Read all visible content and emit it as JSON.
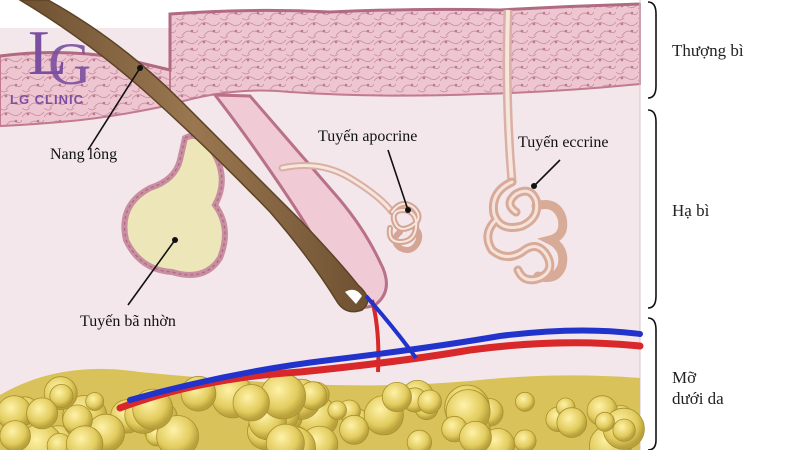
{
  "logo": {
    "text": "LG CLINIC",
    "color": "#7b4fa0"
  },
  "layers": [
    {
      "id": "epidermis",
      "label": "Thượng bì"
    },
    {
      "id": "dermis",
      "label": "Hạ bì"
    },
    {
      "id": "hypodermis",
      "label": "Mỡ\ndưới da"
    }
  ],
  "callouts": [
    {
      "id": "hair-follicle",
      "label": "Nang lông"
    },
    {
      "id": "apocrine-gland",
      "label": "Tuyến apocrine"
    },
    {
      "id": "eccrine-gland",
      "label": "Tuyến eccrine"
    },
    {
      "id": "sebaceous-gland",
      "label": "Tuyến bã nhờn"
    }
  ],
  "colors": {
    "epidermis": "#e9b9c6",
    "dermis": "#f6e6ec",
    "fat": "#e6d36a",
    "hair": "#8a6a44",
    "artery": "#d8282a",
    "vein": "#2233cc",
    "gland": "#dcb3a4"
  }
}
